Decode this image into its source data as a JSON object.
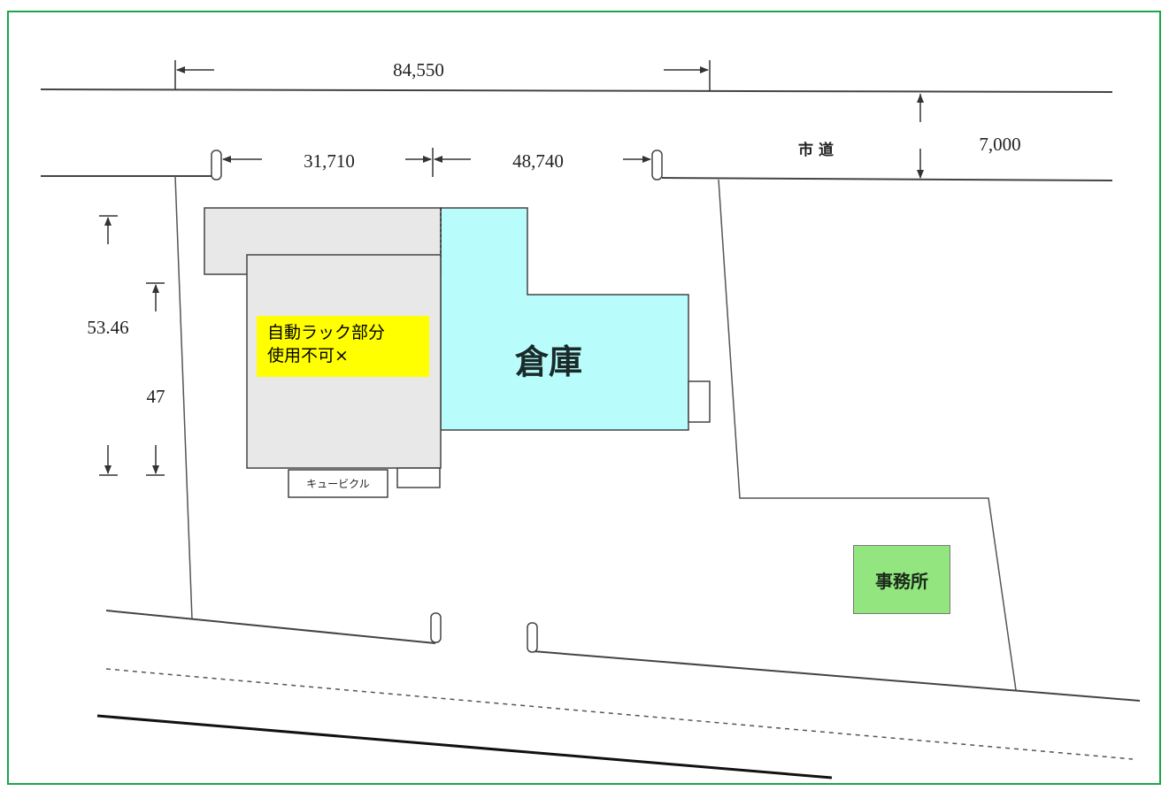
{
  "dimensions": {
    "total_width": "84,550",
    "segment_left": "31,710",
    "segment_right": "48,740",
    "road_width": "7,000",
    "height_outer": "53.46",
    "height_inner": "47"
  },
  "road_label": "市 道",
  "buildings": {
    "rack_note": "自動ラック部分\n使用不可×",
    "warehouse": "倉庫",
    "cubicle": "キュービクル",
    "office": "事務所"
  },
  "colors": {
    "frame": "#1aa64a",
    "warehouse_fill": "#b8fdfb",
    "rack_fill": "#e8e8e8",
    "note_fill": "#ffff00",
    "office_fill": "#92e57f"
  }
}
